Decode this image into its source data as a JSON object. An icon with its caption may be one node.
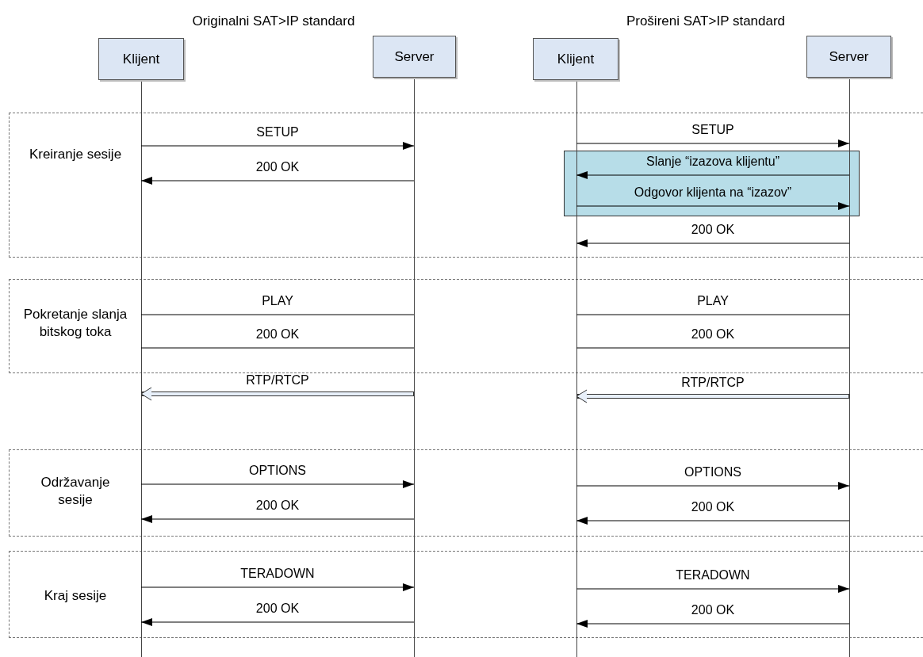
{
  "diagram": {
    "nodes": [
      {
        "text": [
          "Klijent"
        ]
      },
      {
        "text": [
          "Server"
        ]
      },
      {
        "text": [
          "Klijent"
        ]
      },
      {
        "text": [
          "Server"
        ]
      },
      {
        "text": [],
        "shape": "line"
      },
      {
        "text": [],
        "shape": "line"
      },
      {
        "text": [],
        "shape": "line"
      },
      {
        "text": [],
        "shape": "line"
      }
    ],
    "edges": [
      {
        "from": 4,
        "to": 5,
        "arrow": "to",
        "label": "SETUP"
      },
      {
        "from": 6,
        "to": 7,
        "arrow": "to",
        "label": "SETUP"
      },
      {
        "from": 5,
        "to": 4,
        "arrow": "to",
        "label": "200 OK"
      },
      {
        "from": 7,
        "to": 6,
        "arrow": "to",
        "label": "Slanje “izazova klijentu”"
      },
      {
        "from": 6,
        "to": 7,
        "arrow": "to",
        "label": "Odgovor klijenta na “izazov”"
      },
      {
        "from": 7,
        "to": 6,
        "arrow": "to",
        "label": "200 OK"
      },
      {
        "from": 5,
        "to": 4,
        "arrow": "none",
        "label": "PLAY"
      },
      {
        "from": 7,
        "to": 6,
        "arrow": "none",
        "label": "PLAY"
      },
      {
        "from": 5,
        "to": 4,
        "arrow": "none",
        "label": "200 OK"
      },
      {
        "from": 7,
        "to": 6,
        "arrow": "none",
        "label": "200 OK"
      },
      {
        "from": 5,
        "to": 4,
        "arrow": "to",
        "label": "RTP/RTCP",
        "style": "thick"
      },
      {
        "from": 7,
        "to": 6,
        "arrow": "to",
        "label": "RTP/RTCP",
        "style": "thick"
      },
      {
        "from": 4,
        "to": 5,
        "arrow": "to",
        "label": "OPTIONS"
      },
      {
        "from": 6,
        "to": 7,
        "arrow": "to",
        "label": "OPTIONS"
      },
      {
        "from": 5,
        "to": 4,
        "arrow": "to",
        "label": "200 OK"
      },
      {
        "from": 7,
        "to": 6,
        "arrow": "to",
        "label": "200 OK"
      },
      {
        "from": 4,
        "to": 5,
        "arrow": "to",
        "label": "TERADOWN"
      },
      {
        "from": 6,
        "to": 7,
        "arrow": "to",
        "label": "TERADOWN"
      },
      {
        "from": 5,
        "to": 4,
        "arrow": "to",
        "label": "200 OK"
      },
      {
        "from": 7,
        "to": 6,
        "arrow": "to",
        "label": "200 OK"
      }
    ],
    "labels": [
      "Originalni SAT>IP standard",
      "Prošireni SAT>IP standard",
      "Kreiranje sesije",
      "Pokretanje slanja bitskog toka",
      "Održavanje sesije",
      "Kraj sesije"
    ]
  }
}
